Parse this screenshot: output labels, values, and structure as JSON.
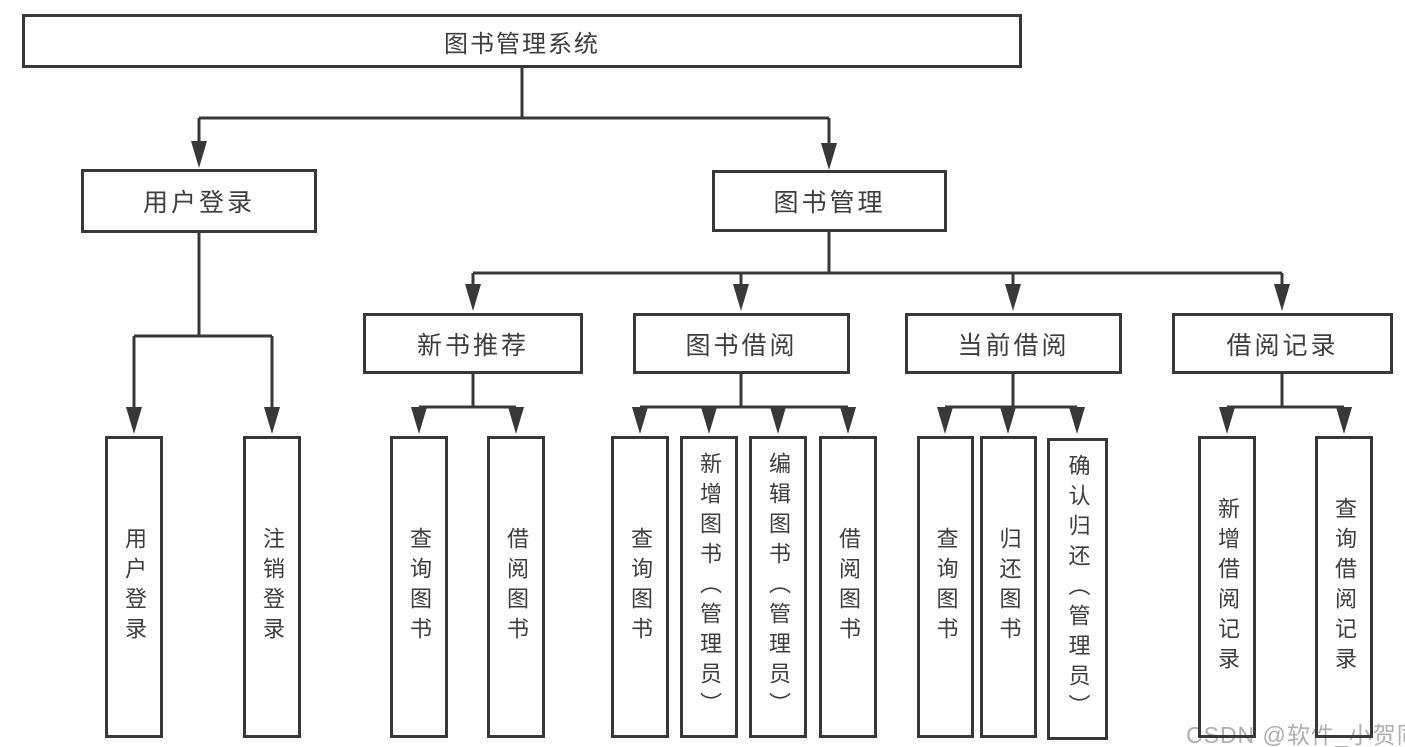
{
  "colors": {
    "line": "#383838",
    "text": "#3d3d3d",
    "watermark": "#aeaeae",
    "background": "#ffffff"
  },
  "watermark": "CSDN @软件_小贺同学",
  "tree": {
    "root": "图书管理系统",
    "branches": [
      {
        "label": "用户登录",
        "children": [
          "用户登录",
          "注销登录"
        ]
      },
      {
        "label": "图书管理",
        "groups": [
          {
            "label": "新书推荐",
            "children": [
              "查询图书",
              "借阅图书"
            ]
          },
          {
            "label": "图书借阅",
            "children": [
              "查询图书",
              "新增图书（管理员）",
              "编辑图书（管理员）",
              "借阅图书"
            ]
          },
          {
            "label": "当前借阅",
            "children": [
              "查询图书",
              "归还图书",
              "确认归还（管理员）"
            ]
          },
          {
            "label": "借阅记录",
            "children": [
              "新增借阅记录",
              "查询借阅记录"
            ]
          }
        ]
      }
    ]
  }
}
